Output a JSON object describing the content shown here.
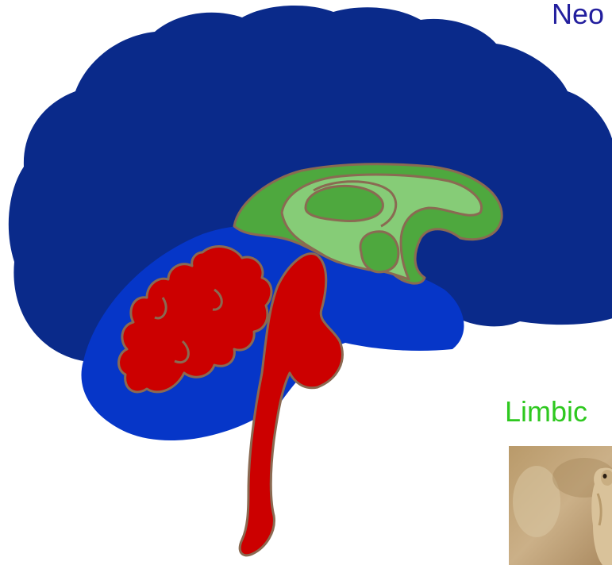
{
  "labels": {
    "neocortex": "Neo",
    "limbic": "Limbic"
  },
  "colors": {
    "neocortex": "#0a2a8a",
    "neocortex_label": "#231f9e",
    "limbic_blue": "#0636c8",
    "limbic_green_dark": "#4ea83e",
    "limbic_green_light": "#86cc77",
    "limbic_label": "#2ec81f",
    "reptilian": "#cc0000",
    "outline": "#8a6a52"
  },
  "photo": {
    "subject": "meerkat"
  }
}
